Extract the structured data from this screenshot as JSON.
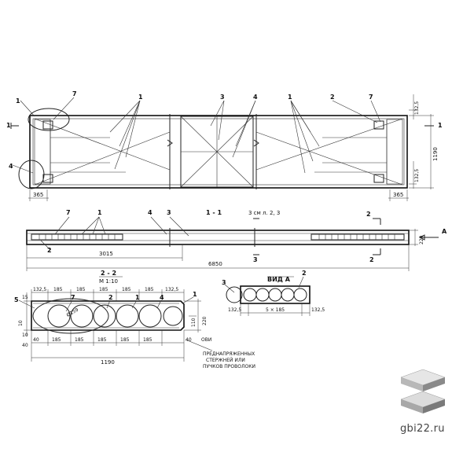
{
  "plan": {
    "callouts": [
      "1",
      "7",
      "1",
      "3",
      "4",
      "1",
      "2",
      "7",
      "4"
    ],
    "section_mark": "1",
    "dim_left": "365",
    "dim_right": "365",
    "dim_height": "1190",
    "dim_top_right": "132,5",
    "dim_bottom_right": "132,5"
  },
  "elevation": {
    "callouts": [
      "7",
      "1",
      "4",
      "3",
      "2"
    ],
    "section_title": "1 - 1",
    "section_ref": "3 см л. 2, 3",
    "mark_2a": "2",
    "mark_2b": "2",
    "mark_3": "3",
    "view_a": "А",
    "dim_rebar": "3015",
    "dim_total": "6850",
    "dim_height": "220"
  },
  "section": {
    "title": "2 - 2",
    "scale": "М 1:10",
    "top_dims": [
      "132,5",
      "185",
      "185",
      "185",
      "185",
      "185",
      "132,5"
    ],
    "bottom_dims": [
      "185",
      "185",
      "185",
      "185",
      "185"
    ],
    "left_dims": [
      "15",
      "10",
      "10",
      "40"
    ],
    "bottom_left": "40",
    "bottom_right": "40",
    "label_ovi": "ОВИ",
    "right_dims": [
      "110",
      "220"
    ],
    "callouts": [
      "5",
      "7",
      "2",
      "1",
      "4",
      "1"
    ],
    "dia_label": "Ø159",
    "total_width": "1190",
    "note_lines": [
      "ПРЕДНАПРЯЖЕННЫХ",
      "СТЕРЖНЕЙ ИЛИ",
      "ПУЧКОВ ПРОВОЛОКИ"
    ]
  },
  "view": {
    "title": "ВИД А",
    "callouts": [
      "3",
      "2"
    ],
    "dim_left": "132,5",
    "dim_mid": "5 × 185",
    "dim_right": "132,5"
  },
  "brand": {
    "site": "gbi22.ru"
  }
}
